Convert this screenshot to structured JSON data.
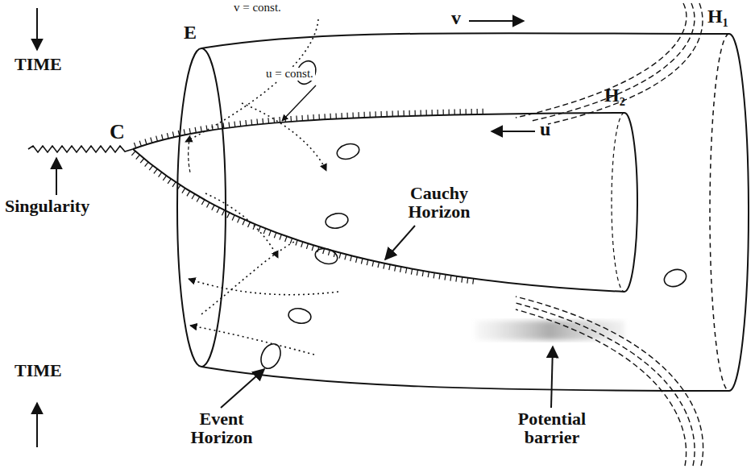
{
  "diagram": {
    "labels": [
      "v = const.",
      "E",
      "H₁",
      "TIME",
      "v",
      "u = const.",
      "H₂",
      "u",
      "C",
      "Singularity",
      "Cauchy Horizon",
      "TIME",
      "Event Horizon",
      "Potential barrier"
    ]
  }
}
